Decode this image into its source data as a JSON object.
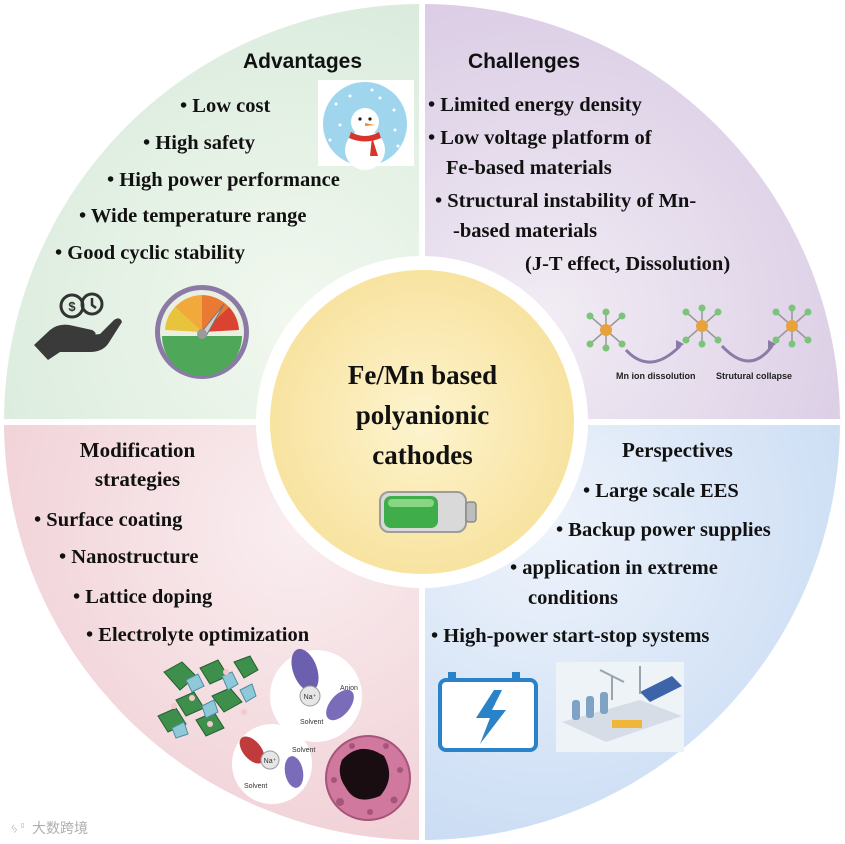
{
  "center": {
    "line1": "Fe/Mn based",
    "line2": "polyanionic",
    "line3": "cathodes"
  },
  "advantages": {
    "title": "Advantages",
    "items": [
      "• Low cost",
      "• High safety",
      "• High power performance",
      "• Wide temperature range",
      "• Good cyclic stability"
    ]
  },
  "challenges": {
    "title": "Challenges",
    "lines": [
      "• Limited energy density",
      "• Low voltage platform of",
      "Fe-based materials",
      "• Structural instability of Mn-",
      "-based materials",
      "(J-T effect, Dissolution)"
    ],
    "caption_dissolution": "Mn ion dissolution",
    "caption_collapse": "Strutural collapse"
  },
  "modification": {
    "title_line1": "Modification",
    "title_line2": "strategies",
    "items": [
      "• Surface coating",
      "• Nanostructure",
      "• Lattice doping",
      "• Electrolyte optimization"
    ],
    "solvation_labels": {
      "na": "Na⁺",
      "anion": "Anion",
      "solvent": "Solvent"
    }
  },
  "perspectives": {
    "title": "Perspectives",
    "lines": [
      "• Large scale EES",
      "• Backup power supplies",
      "• application in extreme",
      "conditions",
      "• High-power start-stop systems"
    ]
  },
  "watermark": "大数跨境",
  "colors": {
    "advantages_bg": "#e3f0e2",
    "challenges_bg": "#e4d9ea",
    "modification_bg": "#f4dde0",
    "perspectives_bg": "#d5e3f5",
    "center_bg": "#fbecb5",
    "ring": "#ffffff"
  }
}
